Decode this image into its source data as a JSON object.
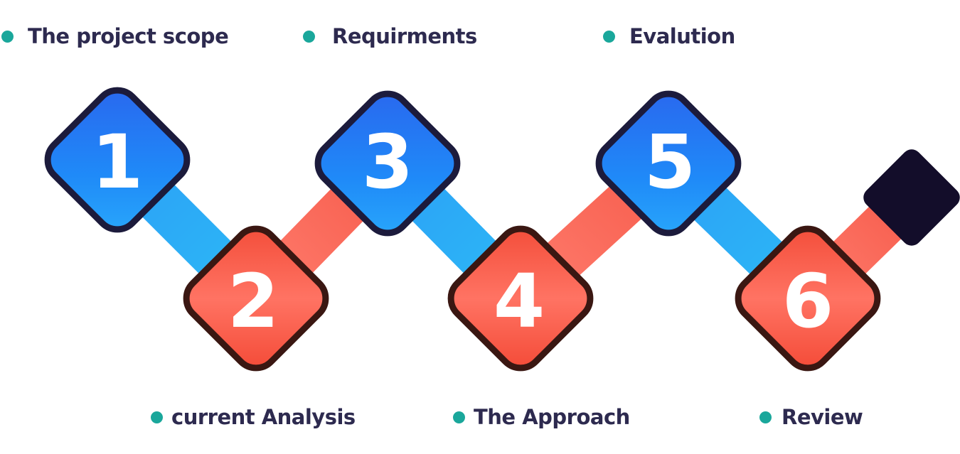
{
  "steps": [
    {
      "number": "1",
      "label": "The project scope"
    },
    {
      "number": "2",
      "label": "current Analysis"
    },
    {
      "number": "3",
      "label": "Requirments"
    },
    {
      "number": "4",
      "label": "The Approach"
    },
    {
      "number": "5",
      "label": "Evalution"
    },
    {
      "number": "6",
      "label": "Review"
    }
  ],
  "colors": {
    "blue_top": "#2f6ff0",
    "blue_mid": "#1d88f7",
    "blue_connector": "#2bb2f7",
    "blue_outline": "#1c1b3c",
    "red_top": "#f4503c",
    "red_mid": "#ff6f5d",
    "red_connector": "#f86a5c",
    "red_outline": "#3a1712",
    "end_cap": "#130d2a",
    "dot": "#1aa79b",
    "label_text": "#2d2a4f"
  },
  "icons": [
    "bullet-dot-icon",
    "end-cap-square-icon"
  ]
}
